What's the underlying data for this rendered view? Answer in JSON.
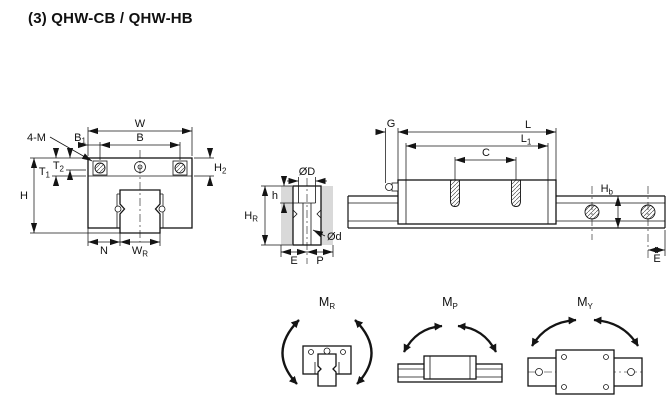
{
  "title": "(3) QHW-CB / QHW-HB",
  "front_view": {
    "bolt_label": "4-M",
    "dim_W": "W",
    "dim_B": "B",
    "dim_B1": {
      "main": "B",
      "sub": "1"
    },
    "dim_H2": {
      "main": "H",
      "sub": "2"
    },
    "dim_T1": {
      "main": "T",
      "sub": "1"
    },
    "dim_T2": {
      "main": "T",
      "sub": "2"
    },
    "dim_H": "H",
    "dim_N": "N",
    "dim_WR": {
      "main": "W",
      "sub": "R"
    }
  },
  "rail_section": {
    "dim_D": "ØD",
    "dim_h": "h",
    "dim_HR": {
      "main": "H",
      "sub": "R"
    },
    "dim_d": "Ød",
    "dim_E": "E",
    "dim_P": "P"
  },
  "side_view": {
    "dim_G": "G",
    "dim_L": "L",
    "dim_L1": {
      "main": "L",
      "sub": "1"
    },
    "dim_C": "C",
    "dim_Hb": {
      "main": "H",
      "sub": "b"
    },
    "dim_E": "E"
  },
  "moments": {
    "roll": {
      "main": "M",
      "sub": "R"
    },
    "pitch": {
      "main": "M",
      "sub": "P"
    },
    "yaw": {
      "main": "M",
      "sub": "Y"
    }
  },
  "colors": {
    "line": "#141414",
    "shade": "#d9d9d9",
    "background": "#ffffff"
  }
}
